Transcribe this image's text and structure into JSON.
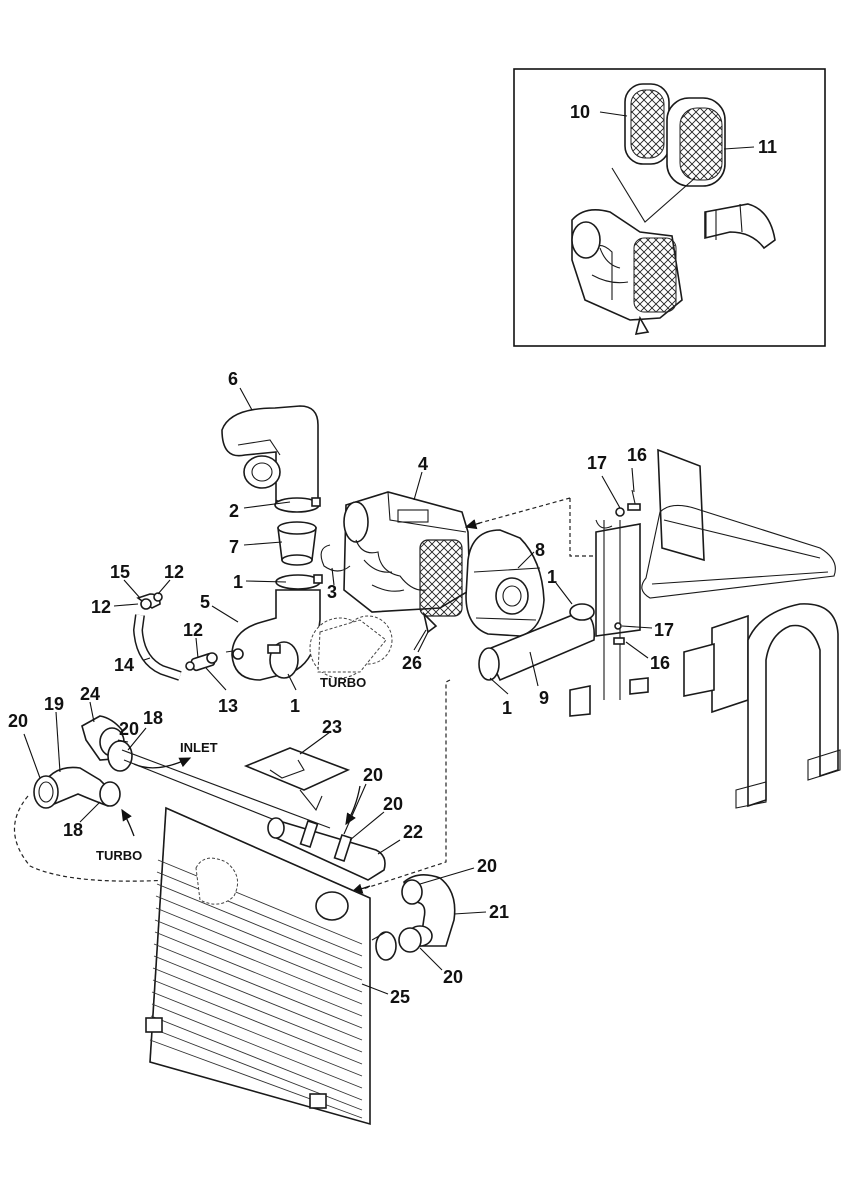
{
  "callouts": [
    {
      "name": "callout-10",
      "text": "10"
    },
    {
      "name": "callout-11",
      "text": "11"
    },
    {
      "name": "callout-6",
      "text": "6"
    },
    {
      "name": "callout-4",
      "text": "4"
    },
    {
      "name": "callout-16-top",
      "text": "16"
    },
    {
      "name": "callout-17-top",
      "text": "17"
    },
    {
      "name": "callout-2",
      "text": "2"
    },
    {
      "name": "callout-7",
      "text": "7"
    },
    {
      "name": "callout-8",
      "text": "8"
    },
    {
      "name": "callout-15",
      "text": "15"
    },
    {
      "name": "callout-12-a",
      "text": "12"
    },
    {
      "name": "callout-12-b",
      "text": "12"
    },
    {
      "name": "callout-1-a",
      "text": "1"
    },
    {
      "name": "callout-3",
      "text": "3"
    },
    {
      "name": "callout-1-b",
      "text": "1"
    },
    {
      "name": "callout-5",
      "text": "5"
    },
    {
      "name": "callout-12-c",
      "text": "12"
    },
    {
      "name": "callout-17-bottom",
      "text": "17"
    },
    {
      "name": "callout-14",
      "text": "14"
    },
    {
      "name": "callout-26",
      "text": "26"
    },
    {
      "name": "callout-16-bottom",
      "text": "16"
    },
    {
      "name": "callout-13",
      "text": "13"
    },
    {
      "name": "callout-1-c",
      "text": "1"
    },
    {
      "name": "callout-1-d",
      "text": "1"
    },
    {
      "name": "callout-9",
      "text": "9"
    },
    {
      "name": "callout-24",
      "text": "24"
    },
    {
      "name": "callout-20-a",
      "text": "20"
    },
    {
      "name": "callout-19",
      "text": "19"
    },
    {
      "name": "callout-20-b",
      "text": "20"
    },
    {
      "name": "callout-18-a",
      "text": "18"
    },
    {
      "name": "callout-23",
      "text": "23"
    },
    {
      "name": "callout-20-c",
      "text": "20"
    },
    {
      "name": "callout-20-d",
      "text": "20"
    },
    {
      "name": "callout-18-b",
      "text": "18"
    },
    {
      "name": "callout-22",
      "text": "22"
    },
    {
      "name": "callout-20-e",
      "text": "20"
    },
    {
      "name": "callout-21",
      "text": "21"
    },
    {
      "name": "callout-20-f",
      "text": "20"
    },
    {
      "name": "callout-25",
      "text": "25"
    }
  ],
  "labels": {
    "turbo_top": "TURBO",
    "inlet": "INLET",
    "turbo_bottom": "TURBO"
  }
}
